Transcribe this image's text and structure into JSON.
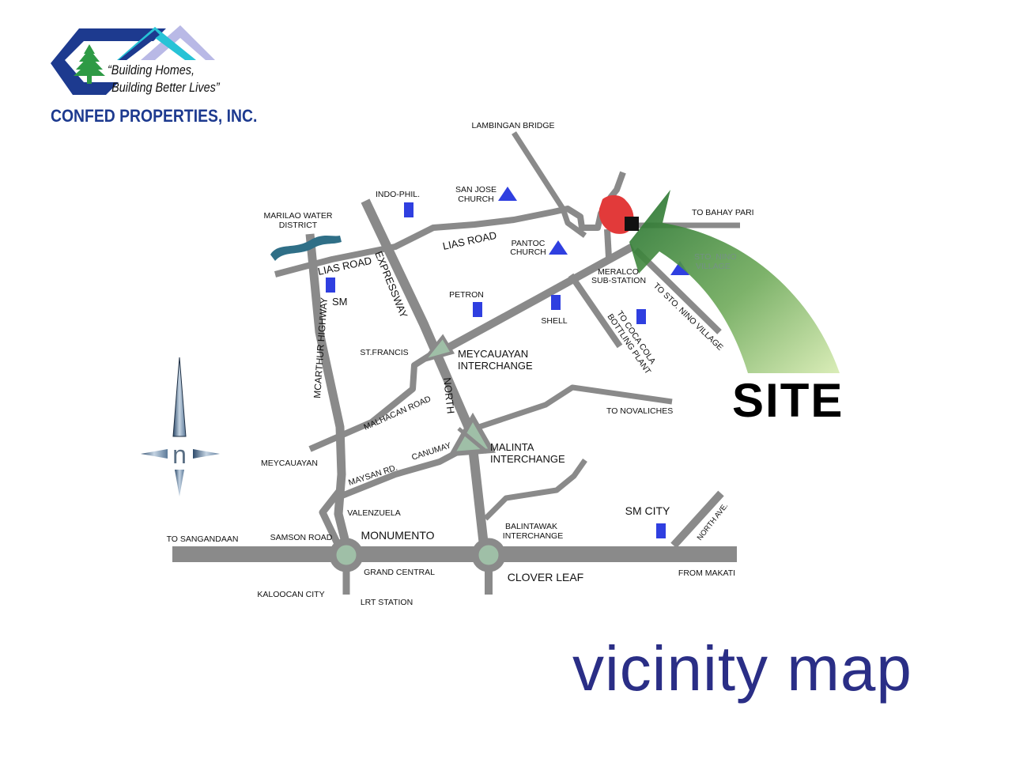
{
  "branding": {
    "tagline_line1": "“Building Homes,",
    "tagline_line2": "Building Better Lives”",
    "company_name": "CONFED PROPERTIES, INC.",
    "logo_colors": {
      "frame": "#1d3a8f",
      "roof_cyan": "#27c3d6",
      "roof_lilac": "#b9b9e6",
      "tree": "#2e9a45"
    }
  },
  "page_title": "vicinity map",
  "site_label": "SITE",
  "colors": {
    "road": "#8a8a8a",
    "landmark_square": "#2f3fe0",
    "church_triangle": "#2f3fe0",
    "site_marker": "#e23a3a",
    "arrow_green": "#2c7a2c",
    "interchange": "#9fbfa7",
    "river": "#2f6f87",
    "title": "#2a2e86"
  },
  "compass": {
    "north_letter": "n"
  },
  "map": {
    "labels": {
      "lambingan_bridge": "LAMBINGAN BRIDGE",
      "indo_phil": "INDO-PHIL.",
      "san_jose_church_1": "SAN JOSE",
      "san_jose_church_2": "CHURCH",
      "marilao_1": "MARILAO WATER",
      "marilao_2": "DISTRICT",
      "to_bahay_pari": "TO BAHAY PARI",
      "lias_road_upper": "LIAS ROAD",
      "lias_road_left": "LIAS ROAD",
      "pantoc_1": "PANTOC",
      "pantoc_2": "CHURCH",
      "sto_nino_1": "STO. NINO",
      "sto_nino_2": "VILLAGE",
      "meralco_1": "MERALCO",
      "meralco_2": "SUB-STATION",
      "to_sto_nino_village": "TO STO. NINO VILLAGE",
      "sm": "SM",
      "petron": "PETRON",
      "shell": "SHELL",
      "coca_cola_1": "TO COCA COLA",
      "coca_cola_2": "BOTTLING PLANT",
      "expressway": "EXPRESSWAY",
      "mcarthur": "MCARTHUR HIGHWAY",
      "st_francis": "ST.FRANCIS",
      "meycauayan_int_1": "MEYCAUAYAN",
      "meycauayan_int_2": "INTERCHANGE",
      "north": "NORTH",
      "malhacan": "MALHACAN ROAD",
      "to_novaliches": "TO NOVALICHES",
      "malinta_1": "MALINTA",
      "malinta_2": "INTERCHANGE",
      "canumay": "CANUMAY",
      "meycauayan": "MEYCAUAYAN",
      "maysan": "MAYSAN RD.",
      "valenzuela": "VALENZUELA",
      "sm_city": "SM CITY",
      "north_ave": "NORTH AVE.",
      "balintawak_1": "BALINTAWAK",
      "balintawak_2": "INTERCHANGE",
      "to_sangandaan": "TO SANGANDAAN",
      "samson_road": "SAMSON ROAD",
      "monumento": "MONUMENTO",
      "grand_central": "GRAND CENTRAL",
      "clover_leaf": "CLOVER LEAF",
      "from_makati": "FROM MAKATI",
      "kaloocan_city": "KALOOCAN CITY",
      "lrt_station": "LRT STATION"
    }
  }
}
